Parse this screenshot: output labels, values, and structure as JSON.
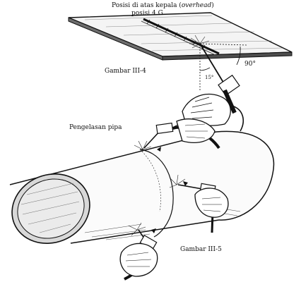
{
  "top_figure": {
    "title_prefix": "Posisi di atas kepala (",
    "title_italic": "overhead",
    "title_suffix": ")",
    "subtitle": "posisi 4 G.",
    "caption": "Gambar III-4",
    "angle_large": "90°",
    "angle_small": "15°"
  },
  "bottom_figure": {
    "heading": "Pengelasan pipa",
    "caption": "Gambar III-5"
  },
  "colors": {
    "ink": "#111111",
    "paper": "#ffffff",
    "shade": "#9a9a9a"
  }
}
